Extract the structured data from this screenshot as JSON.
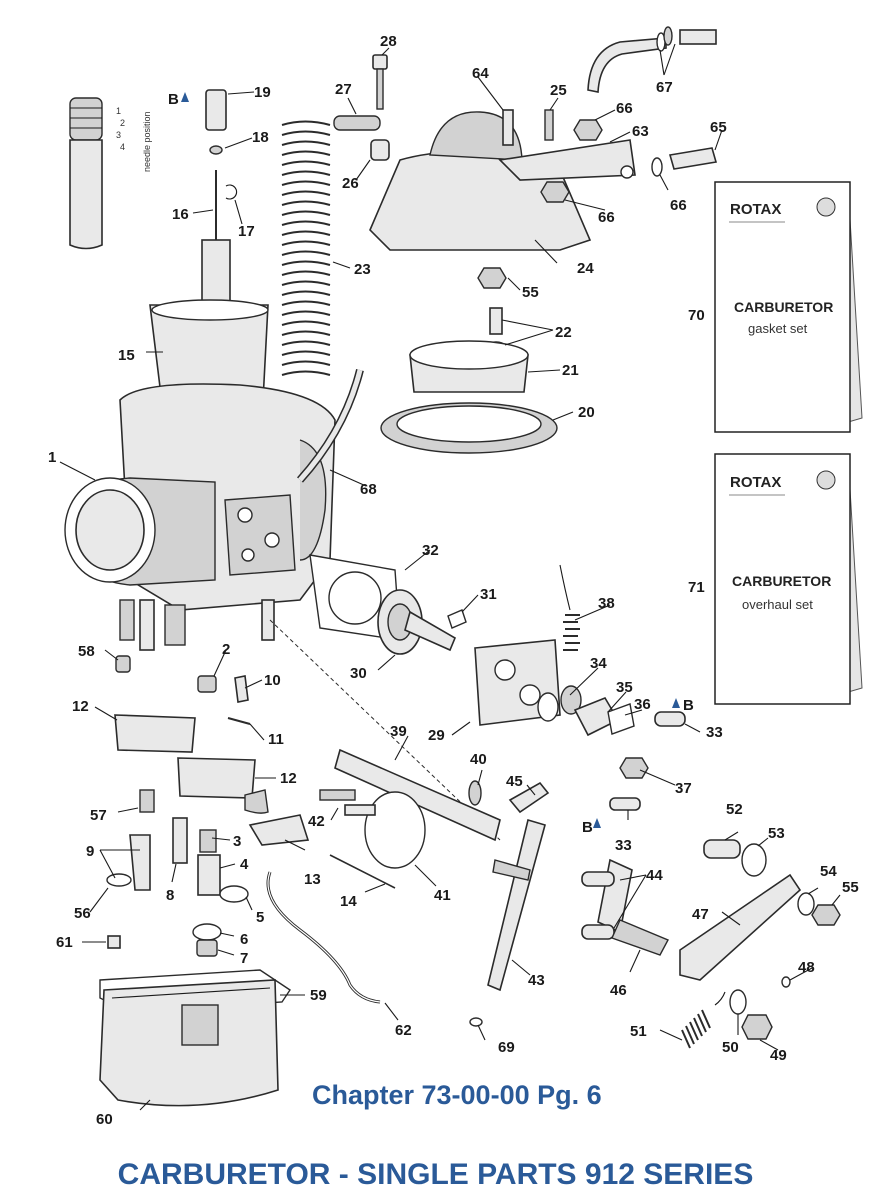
{
  "footer": {
    "chapter": "Chapter 73-00-00 Pg. 6",
    "title": "CARBURETOR - SINGLE PARTS 912 SERIES"
  },
  "needle_chart": {
    "caption": "needle position",
    "positions": [
      "1",
      "2",
      "3",
      "4"
    ]
  },
  "books": [
    {
      "brand": "ROTAX",
      "title": "CARBURETOR",
      "subtitle": "gasket set",
      "number": "70"
    },
    {
      "brand": "ROTAX",
      "title": "CARBURETOR",
      "subtitle": "overhaul set",
      "number": "71"
    }
  ],
  "markers": {
    "b": "B"
  },
  "callouts": [
    "1",
    "2",
    "3",
    "4",
    "5",
    "6",
    "7",
    "8",
    "9",
    "10",
    "11",
    "12",
    "12",
    "13",
    "14",
    "15",
    "16",
    "17",
    "18",
    "19",
    "20",
    "21",
    "22",
    "23",
    "24",
    "25",
    "26",
    "27",
    "28",
    "29",
    "30",
    "31",
    "32",
    "33",
    "33",
    "34",
    "35",
    "36",
    "37",
    "38",
    "39",
    "40",
    "41",
    "42",
    "43",
    "44",
    "45",
    "46",
    "47",
    "48",
    "49",
    "50",
    "51",
    "52",
    "53",
    "54",
    "55",
    "55",
    "56",
    "57",
    "58",
    "59",
    "60",
    "61",
    "62",
    "63",
    "64",
    "65",
    "66",
    "66",
    "66",
    "67",
    "68",
    "69"
  ],
  "colors": {
    "heading": "#2a5a98",
    "ink": "#1a1a1a"
  }
}
